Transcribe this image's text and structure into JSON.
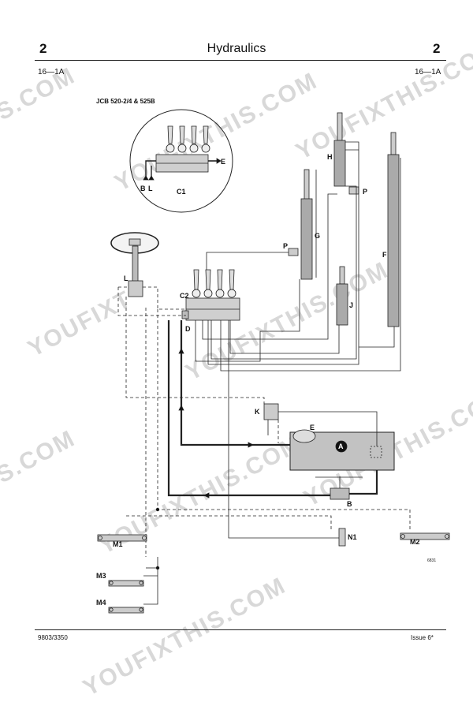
{
  "header": {
    "page_left": "2",
    "title": "Hydraulics",
    "page_right": "2"
  },
  "subheader": {
    "left": "16—1A",
    "right": "16—1A"
  },
  "model": "JCB 520-2/4 & 525B",
  "watermark": "YOUFIXTHIS.COM",
  "labels": {
    "C1": "C1",
    "B": "B",
    "L": "L",
    "E": "E",
    "H": "H",
    "G": "G",
    "F": "F",
    "J": "J",
    "P": "P",
    "C2": "C2",
    "D": "D",
    "L2": "L",
    "K": "K",
    "A": "A",
    "Bpump": "B",
    "N1": "N1",
    "M1": "M1",
    "M2": "M2",
    "M3": "M3",
    "M4": "M4",
    "ref": "6831"
  },
  "footer": {
    "left": "9803/3350",
    "right": "Issue 6*"
  }
}
